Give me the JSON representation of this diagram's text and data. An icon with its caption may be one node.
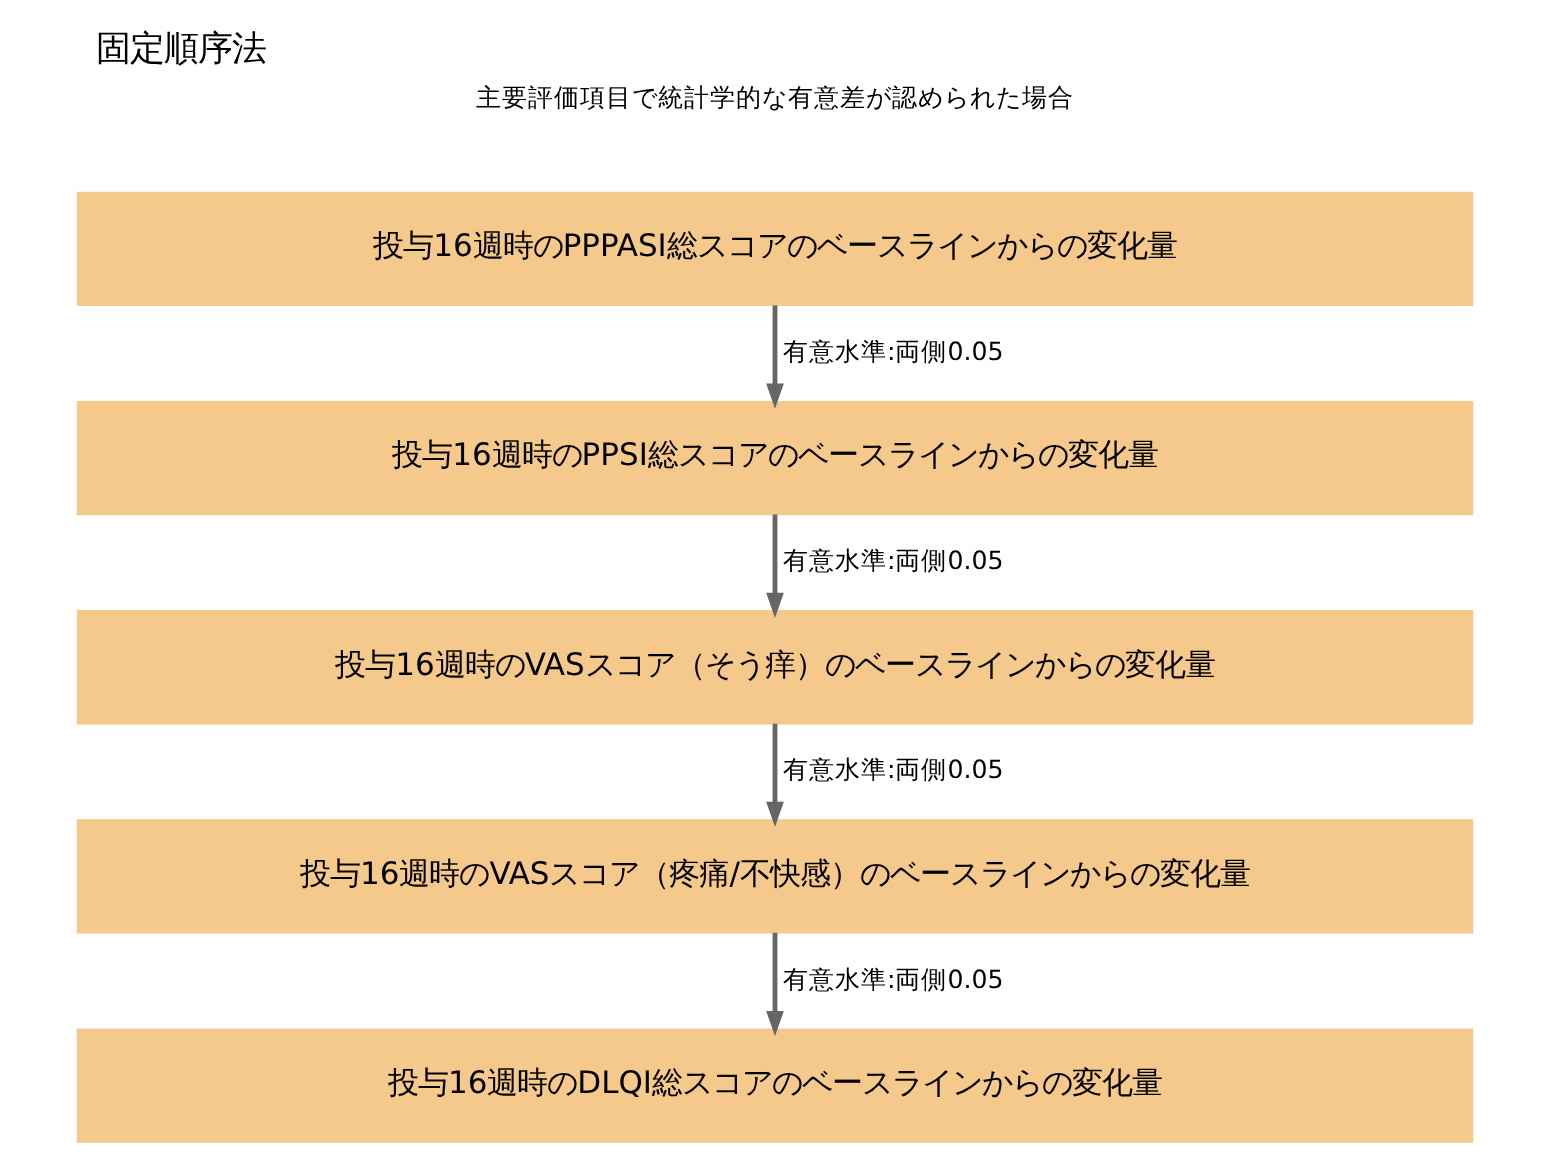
{
  "diagram": {
    "title": "固定順序法",
    "nodes": [
      {
        "text": [
          "投与16週時のPPPASI総スコアのベースラインからの変化量"
        ]
      },
      {
        "text": [
          "投与16週時のPPSI総スコアのベースラインからの変化量"
        ]
      },
      {
        "text": [
          "投与16週時のVASスコア（そう痒）のベースラインからの変化量"
        ]
      },
      {
        "text": [
          "投与16週時のVASスコア（疼痛/不快感）のベースラインからの変化量"
        ]
      },
      {
        "text": [
          "投与16週時のDLQI総スコアのベースラインからの変化量"
        ]
      }
    ],
    "edges": [
      {
        "from": 0,
        "to": 1,
        "arrow": "to",
        "label": "有意水準:両側0.05"
      },
      {
        "from": 1,
        "to": 2,
        "arrow": "to",
        "label": "有意水準:両側0.05"
      },
      {
        "from": 2,
        "to": 3,
        "arrow": "to",
        "label": "有意水準:両側0.05"
      },
      {
        "from": 3,
        "to": 4,
        "arrow": "to",
        "label": "有意水準:両側0.05"
      }
    ],
    "labels": [
      "主要評価項目で統計学的な有意差が認められた場合"
    ]
  }
}
